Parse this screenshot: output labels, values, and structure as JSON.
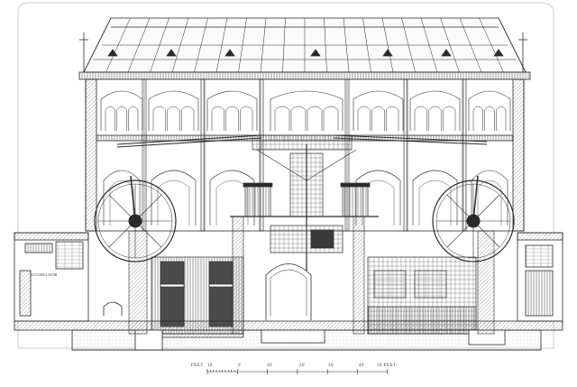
{
  "scale": {
    "unit_label": "FEET",
    "end_label": "50 FEET.",
    "ticks": [
      "10",
      "0",
      "10",
      "20",
      "30",
      "40"
    ]
  },
  "annotations": {
    "left_room_label": "ACCUMULATOR"
  },
  "colors": {
    "ink": "#2a2a2a",
    "paper": "#ffffff",
    "hatch": "#5a5a5a",
    "water": "#ececec"
  }
}
